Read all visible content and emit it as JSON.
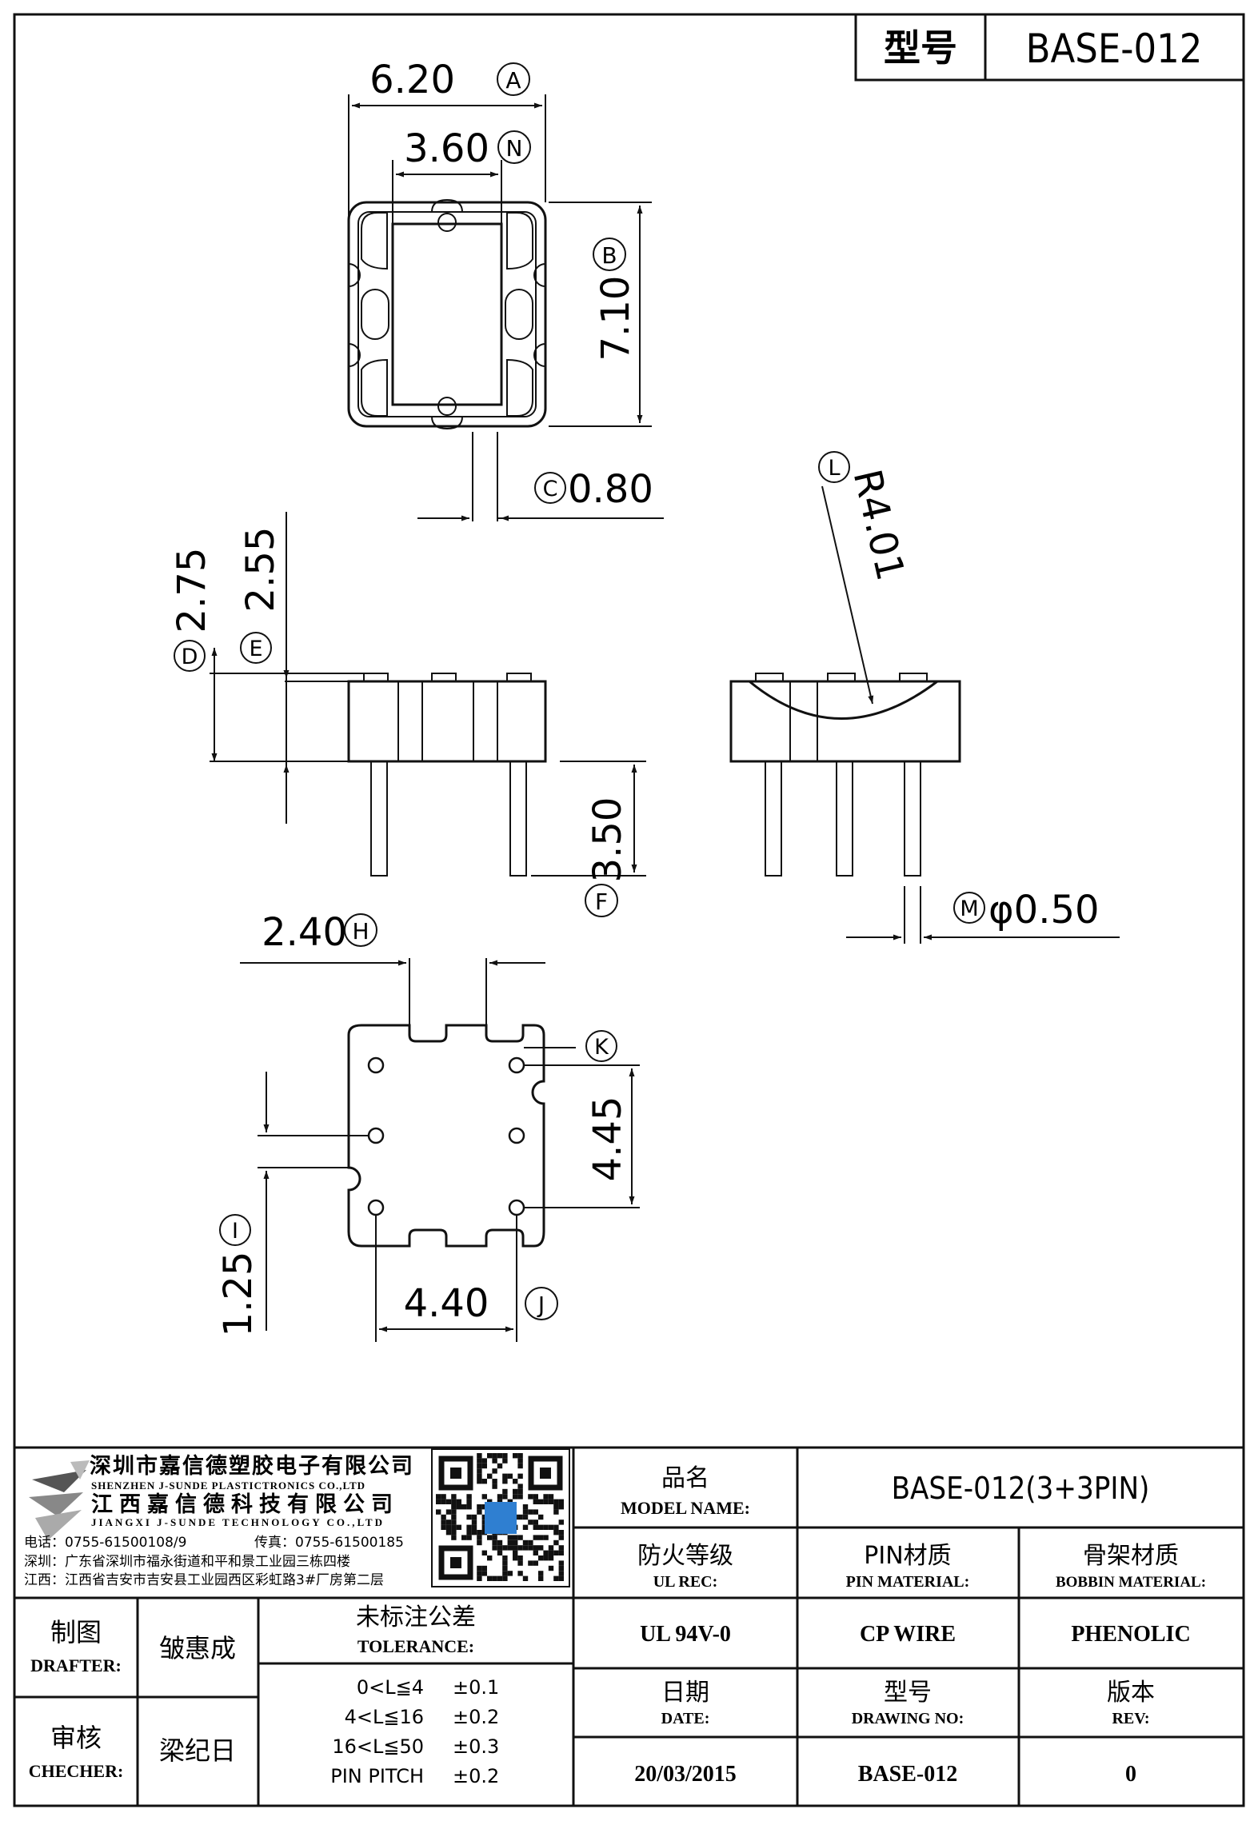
{
  "header": {
    "type_label": "型号",
    "type_value": "BASE-012"
  },
  "dimensions": {
    "A": {
      "letter": "A",
      "value": "6.20"
    },
    "N": {
      "letter": "N",
      "value": "3.60"
    },
    "B": {
      "letter": "B",
      "value": "7.10"
    },
    "C": {
      "letter": "C",
      "value": "0.80"
    },
    "D": {
      "letter": "D",
      "value": "2.75"
    },
    "E": {
      "letter": "E",
      "value": "2.55"
    },
    "F": {
      "letter": "F",
      "value": "3.50"
    },
    "L": {
      "letter": "L",
      "value": "R4.01"
    },
    "M": {
      "letter": "M",
      "value": "φ0.50"
    },
    "H": {
      "letter": "H",
      "value": "2.40"
    },
    "K": {
      "letter": "K",
      "value": "4.45"
    },
    "I": {
      "letter": "I",
      "value": "1.25"
    },
    "J": {
      "letter": "J",
      "value": "4.40"
    }
  },
  "company": {
    "name_sz": "深圳市嘉信德塑胶电子有限公司",
    "name_sz_en": "SHENZHEN J-SUNDE PLASTICTRONICS CO.,LTD",
    "name_jx": "江西嘉信德科技有限公司",
    "name_jx_en": "JIANGXI J-SUNDE TECHNOLOGY CO.,LTD",
    "tel": "电话：0755-61500108/9",
    "fax": "传真：0755-61500185",
    "addr_sz": "深圳：广东省深圳市福永街道和平和景工业园三栋四楼",
    "addr_jx": "江西：江西省吉安市吉安县工业园西区彩虹路3#厂房第二层"
  },
  "title_block": {
    "model_name_cn": "品名",
    "model_name_en": "MODEL NAME:",
    "model_name_value": "BASE-012(3+3PIN)",
    "ul_cn": "防火等级",
    "ul_en": "UL REC:",
    "ul_value": "UL 94V-0",
    "pin_cn": "PIN材质",
    "pin_en": "PIN MATERIAL:",
    "pin_value": "CP WIRE",
    "bobbin_cn": "骨架材质",
    "bobbin_en": "BOBBIN MATERIAL:",
    "bobbin_value": "PHENOLIC",
    "drafter_cn": "制图",
    "drafter_en": "DRAFTER:",
    "drafter_value": "皱惠成",
    "checker_cn": "审核",
    "checker_en": "CHECHER:",
    "checker_value": "梁纪日",
    "tol_cn": "未标注公差",
    "tol_en": "TOLERANCE:",
    "tolerances": [
      {
        "range": "0<L≦4",
        "value": "±0.1"
      },
      {
        "range": "4<L≦16",
        "value": "±0.2"
      },
      {
        "range": "16<L≦50",
        "value": "±0.3"
      },
      {
        "range": "PIN PITCH",
        "value": "±0.2"
      }
    ],
    "date_cn": "日期",
    "date_en": "DATE:",
    "date_value": "20/03/2015",
    "drawing_cn": "型号",
    "drawing_en": "DRAWING NO:",
    "drawing_value": "BASE-012",
    "rev_cn": "版本",
    "rev_en": "REV:",
    "rev_value": "0"
  },
  "colors": {
    "line": "#111111",
    "qr_accent": "#2f7fd1"
  }
}
